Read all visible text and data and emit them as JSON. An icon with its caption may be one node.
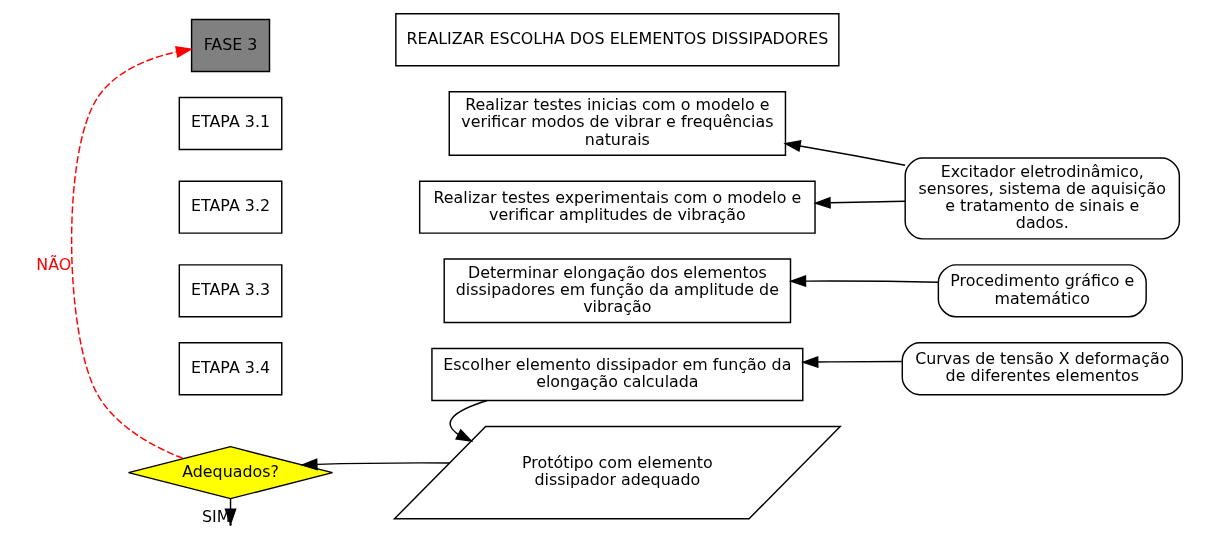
{
  "diagram": {
    "nodes": [
      {
        "text": [
          "FASE 3"
        ]
      },
      {
        "text": [
          "REALIZAR ESCOLHA DOS ELEMENTOS DISSIPADORES"
        ]
      },
      {
        "text": [
          "ETAPA 3.1"
        ]
      },
      {
        "text": [
          "Realizar testes inicias com o modelo e verificar modos de vibrar e frequências naturais"
        ]
      },
      {
        "text": [
          "ETAPA 3.2"
        ]
      },
      {
        "text": [
          "Realizar testes experimentais com o modelo e verificar amplitudes de vibração"
        ]
      },
      {
        "text": [
          "ETAPA 3.3"
        ]
      },
      {
        "text": [
          "Determinar elongação dos elementos dissipadores em função da amplitude de vibração"
        ]
      },
      {
        "text": [
          "ETAPA 3.4"
        ]
      },
      {
        "text": [
          "Escolher elemento dissipador em função da elongação calculada"
        ]
      },
      {
        "text": [
          "Excitador eletrodinâmico, sensores, sistema de aquisição e tratamento de sinais e dados."
        ]
      },
      {
        "text": [
          "Procedimento gráfico e matemático"
        ]
      },
      {
        "text": [
          "Curvas de tensão X deformação de diferentes elementos"
        ]
      },
      {
        "text": [
          "Protótipo com elemento dissipador adequado"
        ]
      },
      {
        "text": [
          "Adequados?"
        ]
      }
    ],
    "edges": [
      {
        "from": 10,
        "to": 3,
        "arrow": "to"
      },
      {
        "from": 10,
        "to": 5,
        "arrow": "to"
      },
      {
        "from": 11,
        "to": 7,
        "arrow": "to"
      },
      {
        "from": 12,
        "to": 9,
        "arrow": "to"
      },
      {
        "from": 9,
        "to": 13,
        "arrow": "to"
      },
      {
        "from": 13,
        "to": 14,
        "arrow": "to"
      },
      {
        "from": 14,
        "to": 0,
        "arrow": "to",
        "label": "NÃO",
        "style": "dashed",
        "color": "#ff0000"
      },
      {
        "from": 14,
        "to": null,
        "arrow": "to",
        "label": "SIM"
      }
    ]
  }
}
